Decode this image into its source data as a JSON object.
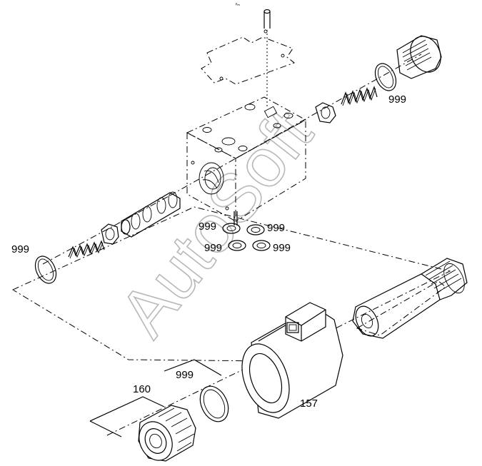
{
  "labels": {
    "top_ring": "999",
    "left_ring": "999",
    "center_tl": "999",
    "center_tr": "999",
    "center_bl": "999",
    "center_br": "999",
    "nut": "160",
    "bottom_ring": "999",
    "coil": "157"
  },
  "header_mark": "ᵖₘ",
  "watermark": "AutoSoft"
}
